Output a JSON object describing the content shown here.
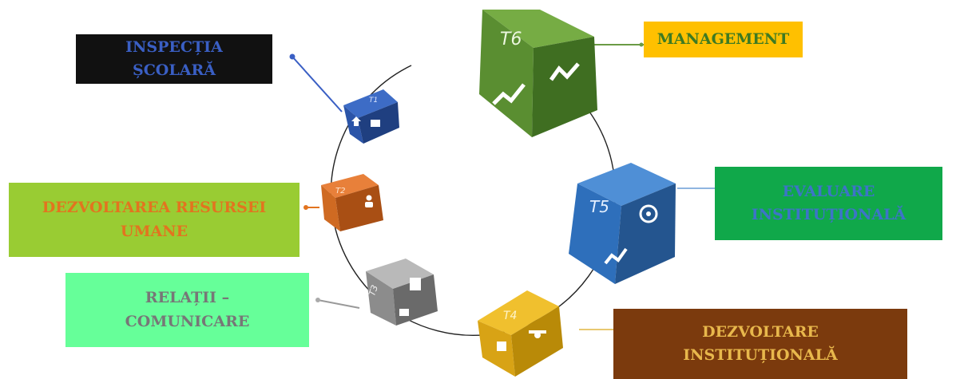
{
  "nodes": [
    {
      "id": "t1",
      "cube_label": "T1",
      "label_lines": [
        "INSPECȚIA",
        "ȘCOLARĂ"
      ],
      "label_bg": "#111111",
      "label_color": "#3a5fc4",
      "cube_colors": [
        "#3d6cc6",
        "#2b54a8",
        "#1f3f80"
      ],
      "icon": "house-mail-icon"
    },
    {
      "id": "t2",
      "cube_label": "T2",
      "label_lines": [
        "DEZVOLTAREA RESURSEI",
        "UMANE"
      ],
      "label_bg": "#99cc33",
      "label_color": "#e2741f",
      "cube_colors": [
        "#e8803a",
        "#cf6a22",
        "#a94f14"
      ],
      "icon": "people-icon"
    },
    {
      "id": "t3",
      "cube_label": "T3",
      "label_lines": [
        "RELAȚII –",
        "COMUNICARE"
      ],
      "label_bg": "#66ff99",
      "label_color": "#777777",
      "cube_colors": [
        "#b9b9b9",
        "#8c8c8c",
        "#6a6a6a"
      ],
      "icon": "document-icon"
    },
    {
      "id": "t4",
      "cube_label": "T4",
      "label_lines": [
        "DEZVOLTARE",
        "INSTITUȚIONALĂ"
      ],
      "label_bg": "#7b3a0d",
      "label_color": "#e8b84c",
      "cube_colors": [
        "#f0c02e",
        "#d8a315",
        "#b98a08"
      ],
      "icon": "tools-icon"
    },
    {
      "id": "t5",
      "cube_label": "T5",
      "label_lines": [
        "EVALUARE",
        "INSTITUȚIONALĂ"
      ],
      "label_bg": "#10a84a",
      "label_color": "#3d74c8",
      "cube_colors": [
        "#4f8fd6",
        "#2e6fbb",
        "#24558f"
      ],
      "icon": "target-chart-icon"
    },
    {
      "id": "t6",
      "cube_label": "T6",
      "label_lines": [
        "MANAGEMENT"
      ],
      "label_bg": "#ffc000",
      "label_color": "#3d7a22",
      "cube_colors": [
        "#76ac44",
        "#5a8e31",
        "#3f6e21"
      ],
      "icon": "chart-growth-icon"
    }
  ],
  "ring_color": "#222222"
}
